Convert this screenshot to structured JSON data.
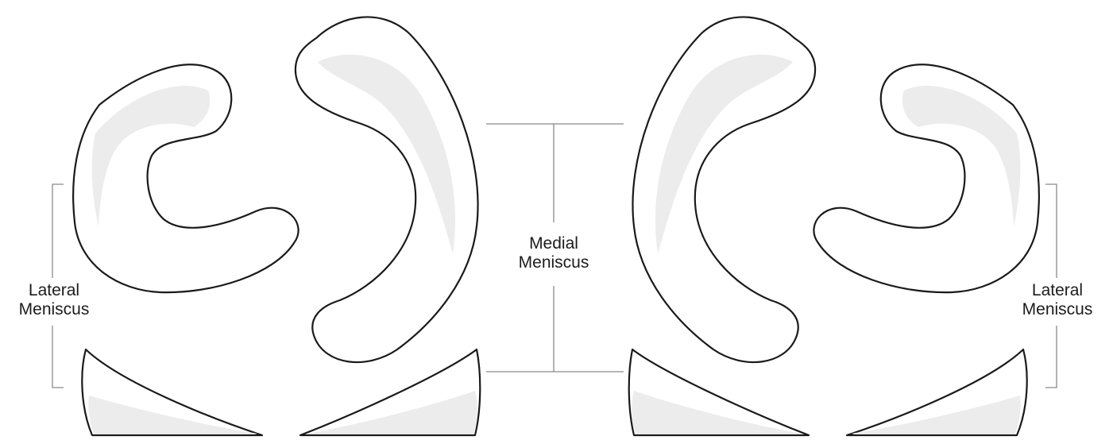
{
  "labels": {
    "left_lateral": [
      "Lateral",
      "Meniscus"
    ],
    "medial": [
      "Medial",
      "Meniscus"
    ],
    "right_lateral": [
      "Lateral",
      "Meniscus"
    ]
  }
}
